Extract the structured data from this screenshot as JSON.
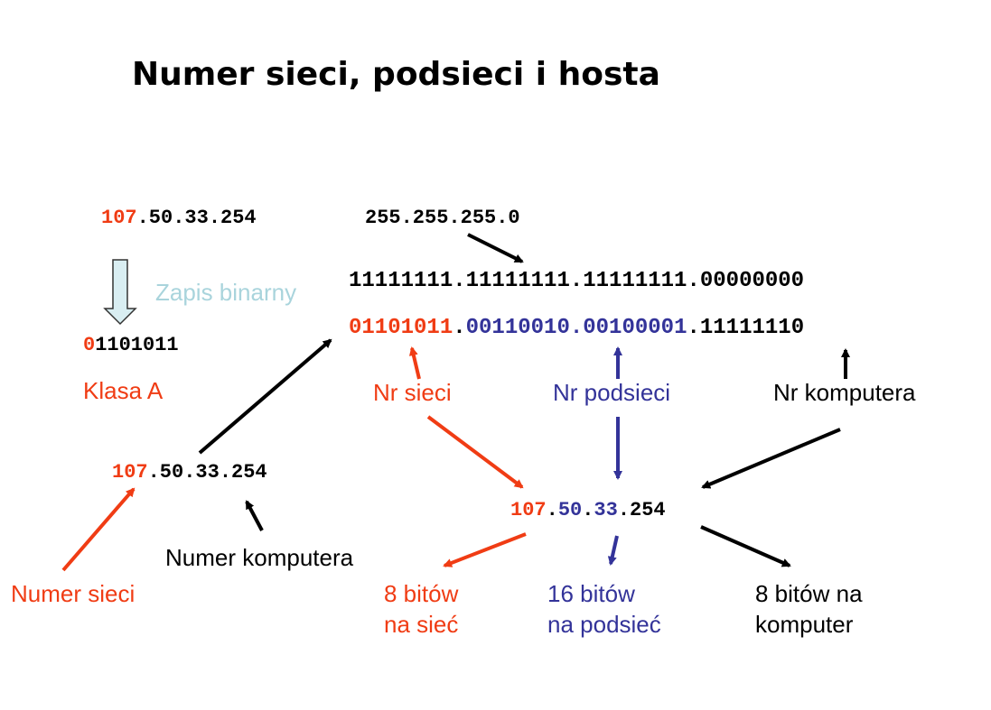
{
  "title": "Numer sieci, podsieci i hosta",
  "ip_top": {
    "net": "107",
    "rest": ".50.33.254"
  },
  "mask": "255.255.255.0",
  "mask_binary": "11111111.11111111.11111111.00000000",
  "binary_address": {
    "net": "01101011",
    "dot1": ".",
    "sub1": "00110010",
    "dot2": ".",
    "sub2": "00100001",
    "dot3": ".",
    "host": "11111110"
  },
  "binary_net_left": {
    "first": "0",
    "rest": "1101011"
  },
  "binary_hint": "Zapis binarny",
  "class_label": "Klasa A",
  "labels": {
    "nr_sieci": "Nr sieci",
    "nr_podsieci": "Nr podsieci",
    "nr_komputera": "Nr komputera"
  },
  "ip_left": {
    "net": "107",
    "rest": ".50.33.254"
  },
  "ip_center": {
    "net": "107",
    "dot1": ".",
    "sub1": "50",
    "dot2": ".",
    "sub2": "33",
    "dot3": ".",
    "host": "254"
  },
  "numer_komputera": "Numer komputera",
  "numer_sieci": "Numer sieci",
  "bits": {
    "net_line1": "8 bitów",
    "net_line2": "na sieć",
    "sub_line1": "16 bitów",
    "sub_line2": "na podsieć",
    "host_line1": "8 bitów na",
    "host_line2": "komputer"
  },
  "colors": {
    "network": "#f03c14",
    "subnet": "#333399",
    "host": "#000000",
    "hint": "#a9d4dc"
  }
}
